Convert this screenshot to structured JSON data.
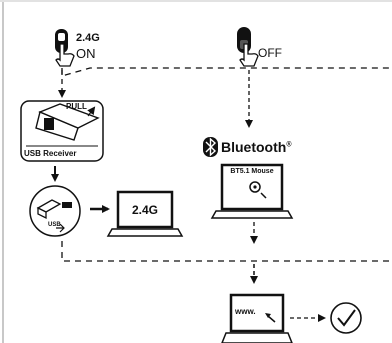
{
  "switch_on": {
    "mode": "2.4G",
    "state": "ON"
  },
  "switch_off": {
    "state": "OFF"
  },
  "receiver": {
    "pull_label": "PULL",
    "caption": "USB Receiver"
  },
  "usb_port": {
    "label": "USB"
  },
  "laptop_24g": {
    "screen_text": "2.4G"
  },
  "bluetooth": {
    "label": "Bluetooth",
    "reg_mark": "®"
  },
  "laptop_bt": {
    "screen_text": "BT5.1 Mouse"
  },
  "laptop_web": {
    "screen_text": "www."
  },
  "icons": [
    "hand-press-icon",
    "bluetooth-icon",
    "mouse-icon",
    "checkmark-icon",
    "usb-symbol-icon"
  ],
  "colors": {
    "ink": "#111111",
    "paper": "#ffffff",
    "frame": "#c8c8c8"
  }
}
